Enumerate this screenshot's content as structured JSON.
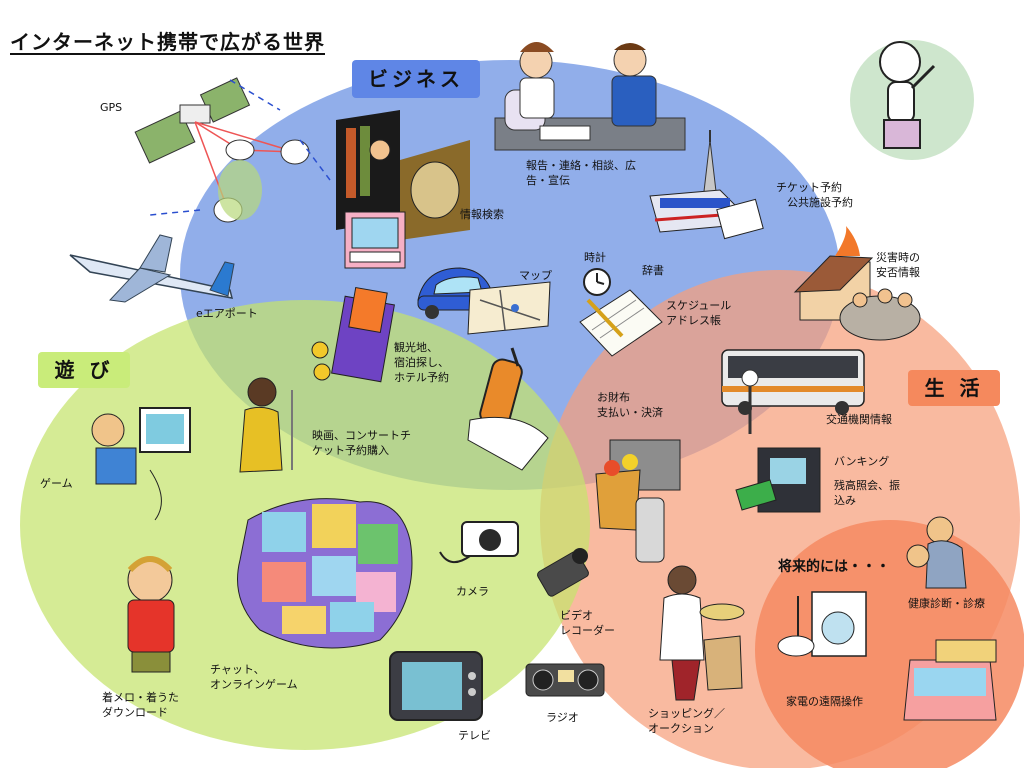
{
  "title": "インターネット携帯で広がる世界",
  "colors": {
    "business": "#7ea0e6",
    "play": "#c5e36c",
    "life": "#f7a07c",
    "future": "#f68a62",
    "business_badge": "#5f86e6",
    "play_badge": "#c9ec7a",
    "life_badge": "#f5895d"
  },
  "categories": {
    "business": "ビジネス",
    "play": "遊 び",
    "life": "生 活"
  },
  "future_heading": "将来的には・・・",
  "labels": {
    "gps": "GPS",
    "report": "報告・連絡・相談、広\n告・宣伝",
    "ticket": "チケット予約\n　公共施設予約",
    "info_search": "情報検索",
    "disaster": "災害時の\n安否情報",
    "clock": "時計",
    "dictionary": "辞書",
    "map": "マップ",
    "schedule": "スケジュール\nアドレス帳",
    "eairport": "eエアポート",
    "sightseeing": "観光地、\n宿泊探し、\nホテル予約",
    "wallet": "お財布\n支払い・決済",
    "traffic": "交通機関情報",
    "movie": "映画、コンサートチ\nケット予約購入",
    "banking": "バンキング",
    "balance": "残高照会、振\n込み",
    "game": "ゲーム",
    "camera": "カメラ",
    "health": "健康診断・診療",
    "video": "ビデオ\nレコーダー",
    "chat": "チャット、\nオンラインゲーム",
    "ringtone": "着メロ・着うた\nダウンロード",
    "appliance": "家電の遠隔操作",
    "shopping": "ショッピング／\nオークション",
    "radio": "ラジオ",
    "tv": "テレビ"
  },
  "icons": [
    "person-phone-icon",
    "satellite-icon",
    "airplane-icon",
    "meeting-icon",
    "library-icon",
    "file-box-icon",
    "train-icon",
    "tower-icon",
    "burning-house-icon",
    "car-icon",
    "map-icon",
    "clock-icon",
    "notebook-icon",
    "passport-icon",
    "bus-icon",
    "singer-icon",
    "cellphone-icon",
    "register-icon",
    "atm-icon",
    "gamer-icon",
    "camera-icon",
    "video-camera-icon",
    "collage-icon",
    "headphones-kid-icon",
    "tv-icon",
    "radio-icon",
    "shopper-icon",
    "doctor-icon",
    "washer-icon",
    "bathtub-icon"
  ]
}
